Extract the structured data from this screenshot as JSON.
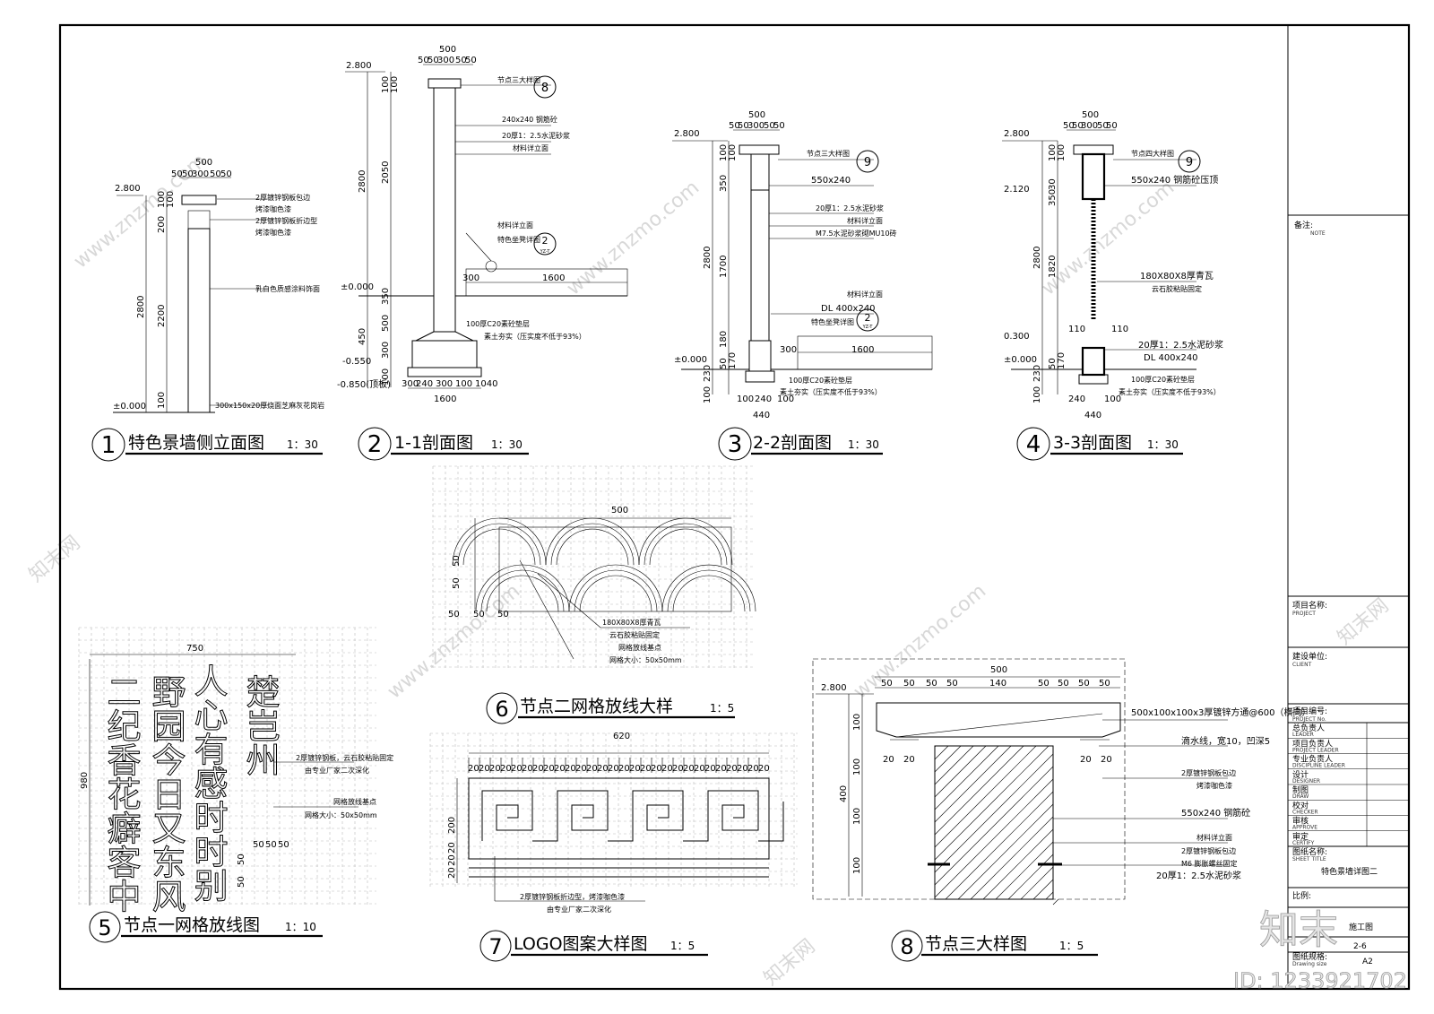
{
  "drawings": {
    "d1": {
      "num": "1",
      "title": "特色景墙侧立面图",
      "scale": "1：30",
      "levels": [
        "2.800",
        "±0.000"
      ],
      "dims": [
        "500",
        "50",
        "50",
        "300",
        "50",
        "50",
        "100",
        "100",
        "200",
        "2200",
        "2800",
        "100"
      ],
      "notes": [
        "2厚镀锌钢板包边",
        "烤漆咖色漆",
        "2厚镀锌钢板折边型",
        "烤漆咖色漆",
        "乳白色质感涂料饰面",
        "300x150x20厚烧面芝麻灰花岗岩"
      ]
    },
    "d2": {
      "num": "2",
      "title": "1-1剖面图",
      "scale": "1：30",
      "levels": [
        "2.800",
        "±0.000",
        "-0.550",
        "-0.850(顶板)"
      ],
      "dims": [
        "500",
        "50",
        "50",
        "300",
        "50",
        "50",
        "100",
        "100",
        "2050",
        "2800",
        "350",
        "500",
        "300",
        "100",
        "300",
        "240",
        "300",
        "100",
        "1040",
        "1600",
        "300",
        "450"
      ],
      "notes": [
        "节点三大样图",
        "240x240 钢筋砼",
        "20厚1：2.5水泥砂浆",
        "材料详立面",
        "材料详立面",
        "特色坐凳详图",
        "100厚C20素砼垫层",
        "素土夯实（压实度不低于93%）"
      ],
      "callouts": [
        {
          "n": "8",
          "s": ""
        },
        {
          "n": "2",
          "s": "YZ-T"
        }
      ]
    },
    "d3": {
      "num": "3",
      "title": "2-2剖面图",
      "scale": "1：30",
      "levels": [
        "2.800",
        "±0.000"
      ],
      "dims": [
        "500",
        "50",
        "50",
        "300",
        "50",
        "50",
        "100",
        "100",
        "350",
        "1700",
        "2800",
        "180",
        "300",
        "1600",
        "50",
        "170",
        "230",
        "100",
        "240",
        "440",
        "100"
      ],
      "notes": [
        "节点三大样图",
        "550x240",
        "20厚1：2.5水泥砂浆",
        "材料详立面",
        "M7.5水泥砂浆砌MU10砖",
        "DL 400x240",
        "材料详立面",
        "特色坐凳详图",
        "100厚C20素砼垫层",
        "素土夯实（压实度不低于93%）"
      ],
      "callouts": [
        {
          "n": "9",
          "s": ""
        },
        {
          "n": "2",
          "s": "YZ-T"
        }
      ]
    },
    "d4": {
      "num": "4",
      "title": "3-3剖面图",
      "scale": "1：30",
      "levels": [
        "2.800",
        "2.120",
        "0.300",
        "±0.000"
      ],
      "dims": [
        "500",
        "50",
        "50",
        "300",
        "50",
        "50",
        "100",
        "100",
        "30",
        "350",
        "2800",
        "1820",
        "110",
        "110",
        "30",
        "50",
        "170",
        "230",
        "100",
        "240",
        "100",
        "440"
      ],
      "notes": [
        "节点四大样图",
        "550x240 钢筋砼压顶",
        "180X80X8厚青瓦",
        "云石胶粘贴固定",
        "20厚1：2.5水泥砂浆",
        "DL 400x240",
        "100厚C20素砼垫层",
        "素土夯实（压实度不低于93%）"
      ],
      "callouts": [
        {
          "n": "9",
          "s": ""
        }
      ]
    },
    "d5": {
      "num": "5",
      "title": "节点一网格放线图",
      "scale": "1：10",
      "dims": [
        "750",
        "980",
        "50",
        "50",
        "50",
        "50",
        "50"
      ],
      "poems": [
        "二纪香花癖客中",
        "野园今日又东风",
        "人心有感时时别",
        "楚岂州"
      ],
      "notes": [
        "2厚镀锌钢板，云石胶粘贴固定",
        "由专业厂家二次深化",
        "网格放线基点",
        "网格大小：50x50mm"
      ]
    },
    "d6": {
      "num": "6",
      "title": "节点二网格放线大样",
      "scale": "1：5",
      "dims": [
        "500",
        "50",
        "50",
        "50",
        "50",
        "50"
      ],
      "notes": [
        "180X80X8厚青瓦",
        "云石胶粘贴固定",
        "网格放线基点",
        "网格大小：50x50mm"
      ]
    },
    "d7": {
      "num": "7",
      "title": "LOGO图案大样图",
      "scale": "1：5",
      "dims": [
        "620",
        "20",
        "20",
        "200",
        "20",
        "20",
        "20"
      ],
      "notes": [
        "2厚镀锌钢板折边型，烤漆咖色漆",
        "由专业厂家二次深化"
      ]
    },
    "d8": {
      "num": "8",
      "title": "节点三大样图",
      "scale": "1：5",
      "levels": [
        "2.800"
      ],
      "dims": [
        "500",
        "50",
        "50",
        "50",
        "50",
        "140",
        "50",
        "50",
        "50",
        "50",
        "100",
        "100",
        "100",
        "100",
        "400",
        "20",
        "20",
        "20",
        "20"
      ],
      "notes": [
        "500x100x100x3厚镀锌方通@600（横向）",
        "滴水线，宽10，凹深5",
        "2厚镀锌钢板包边",
        "烤漆咖色漆",
        "550x240 钢筋砼",
        "材料详立面",
        "2厚镀锌钢板包边",
        "M6 膨胀螺丝固定",
        "20厚1：2.5水泥砂浆"
      ]
    }
  },
  "title_block": {
    "note": {
      "zh": "备注:",
      "en": "NOTE"
    },
    "project": {
      "zh": "项目名称:",
      "en": "PROJECT"
    },
    "client": {
      "zh": "建设单位:",
      "en": "CLIENT"
    },
    "project_no": {
      "zh": "项目编号:",
      "en": "PROJECT No."
    },
    "rows": [
      {
        "zh": "总负责人",
        "en": "LEADER"
      },
      {
        "zh": "项目负责人",
        "en": "PROJECT LEADER"
      },
      {
        "zh": "专业负责人",
        "en": "DISCIPLINE LEADER"
      },
      {
        "zh": "设计",
        "en": "DESIGNER"
      },
      {
        "zh": "制图",
        "en": "DRAW"
      },
      {
        "zh": "校对",
        "en": "CHECKER"
      },
      {
        "zh": "审核",
        "en": "APPROVE"
      },
      {
        "zh": "审定",
        "en": "CERTIFY"
      }
    ],
    "sheet_title": {
      "zh": "图纸名称:",
      "en": "SHEET TITLE",
      "value": "特色景墙详图二"
    },
    "scale": {
      "zh": "比例:"
    },
    "description": {
      "value": "施工图"
    },
    "sheet_no": {
      "value": "2-6"
    },
    "size": {
      "zh": "图纸规格:",
      "en": "Drawing size",
      "value": "A2"
    }
  },
  "watermarks": {
    "site": "www.znzmo.com",
    "brand": "知末网",
    "logo": "知末",
    "id": "ID: 1233921702"
  }
}
